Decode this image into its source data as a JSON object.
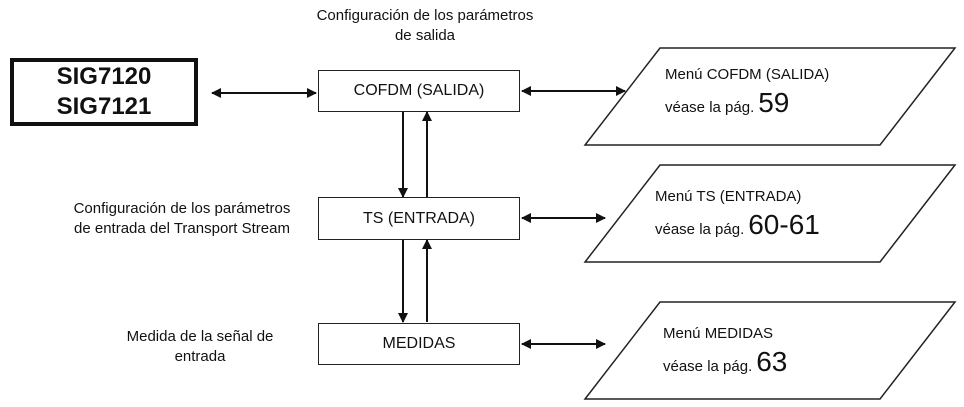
{
  "device": {
    "line1": "SIG7120",
    "line2": "SIG7121"
  },
  "nodes": [
    {
      "id": "cofdm",
      "label": "COFDM (SALIDA)"
    },
    {
      "id": "ts",
      "label": "TS (ENTRADA)"
    },
    {
      "id": "medidas",
      "label": "MEDIDAS"
    }
  ],
  "captions": {
    "cofdm": [
      "Configuración de los parámetros",
      "de salida"
    ],
    "ts": [
      "Configuración de los parámetros",
      "de entrada del Transport Stream"
    ],
    "medidas": [
      "Medida de la señal de",
      "entrada"
    ]
  },
  "menus": [
    {
      "title": "Menú COFDM (SALIDA)",
      "see": "véase la pág.",
      "page": "59"
    },
    {
      "title": "Menú TS (ENTRADA)",
      "see": "véase la pág.",
      "page": "60-61"
    },
    {
      "title": "Menú MEDIDAS",
      "see": "véase la pág.",
      "page": "63"
    }
  ]
}
